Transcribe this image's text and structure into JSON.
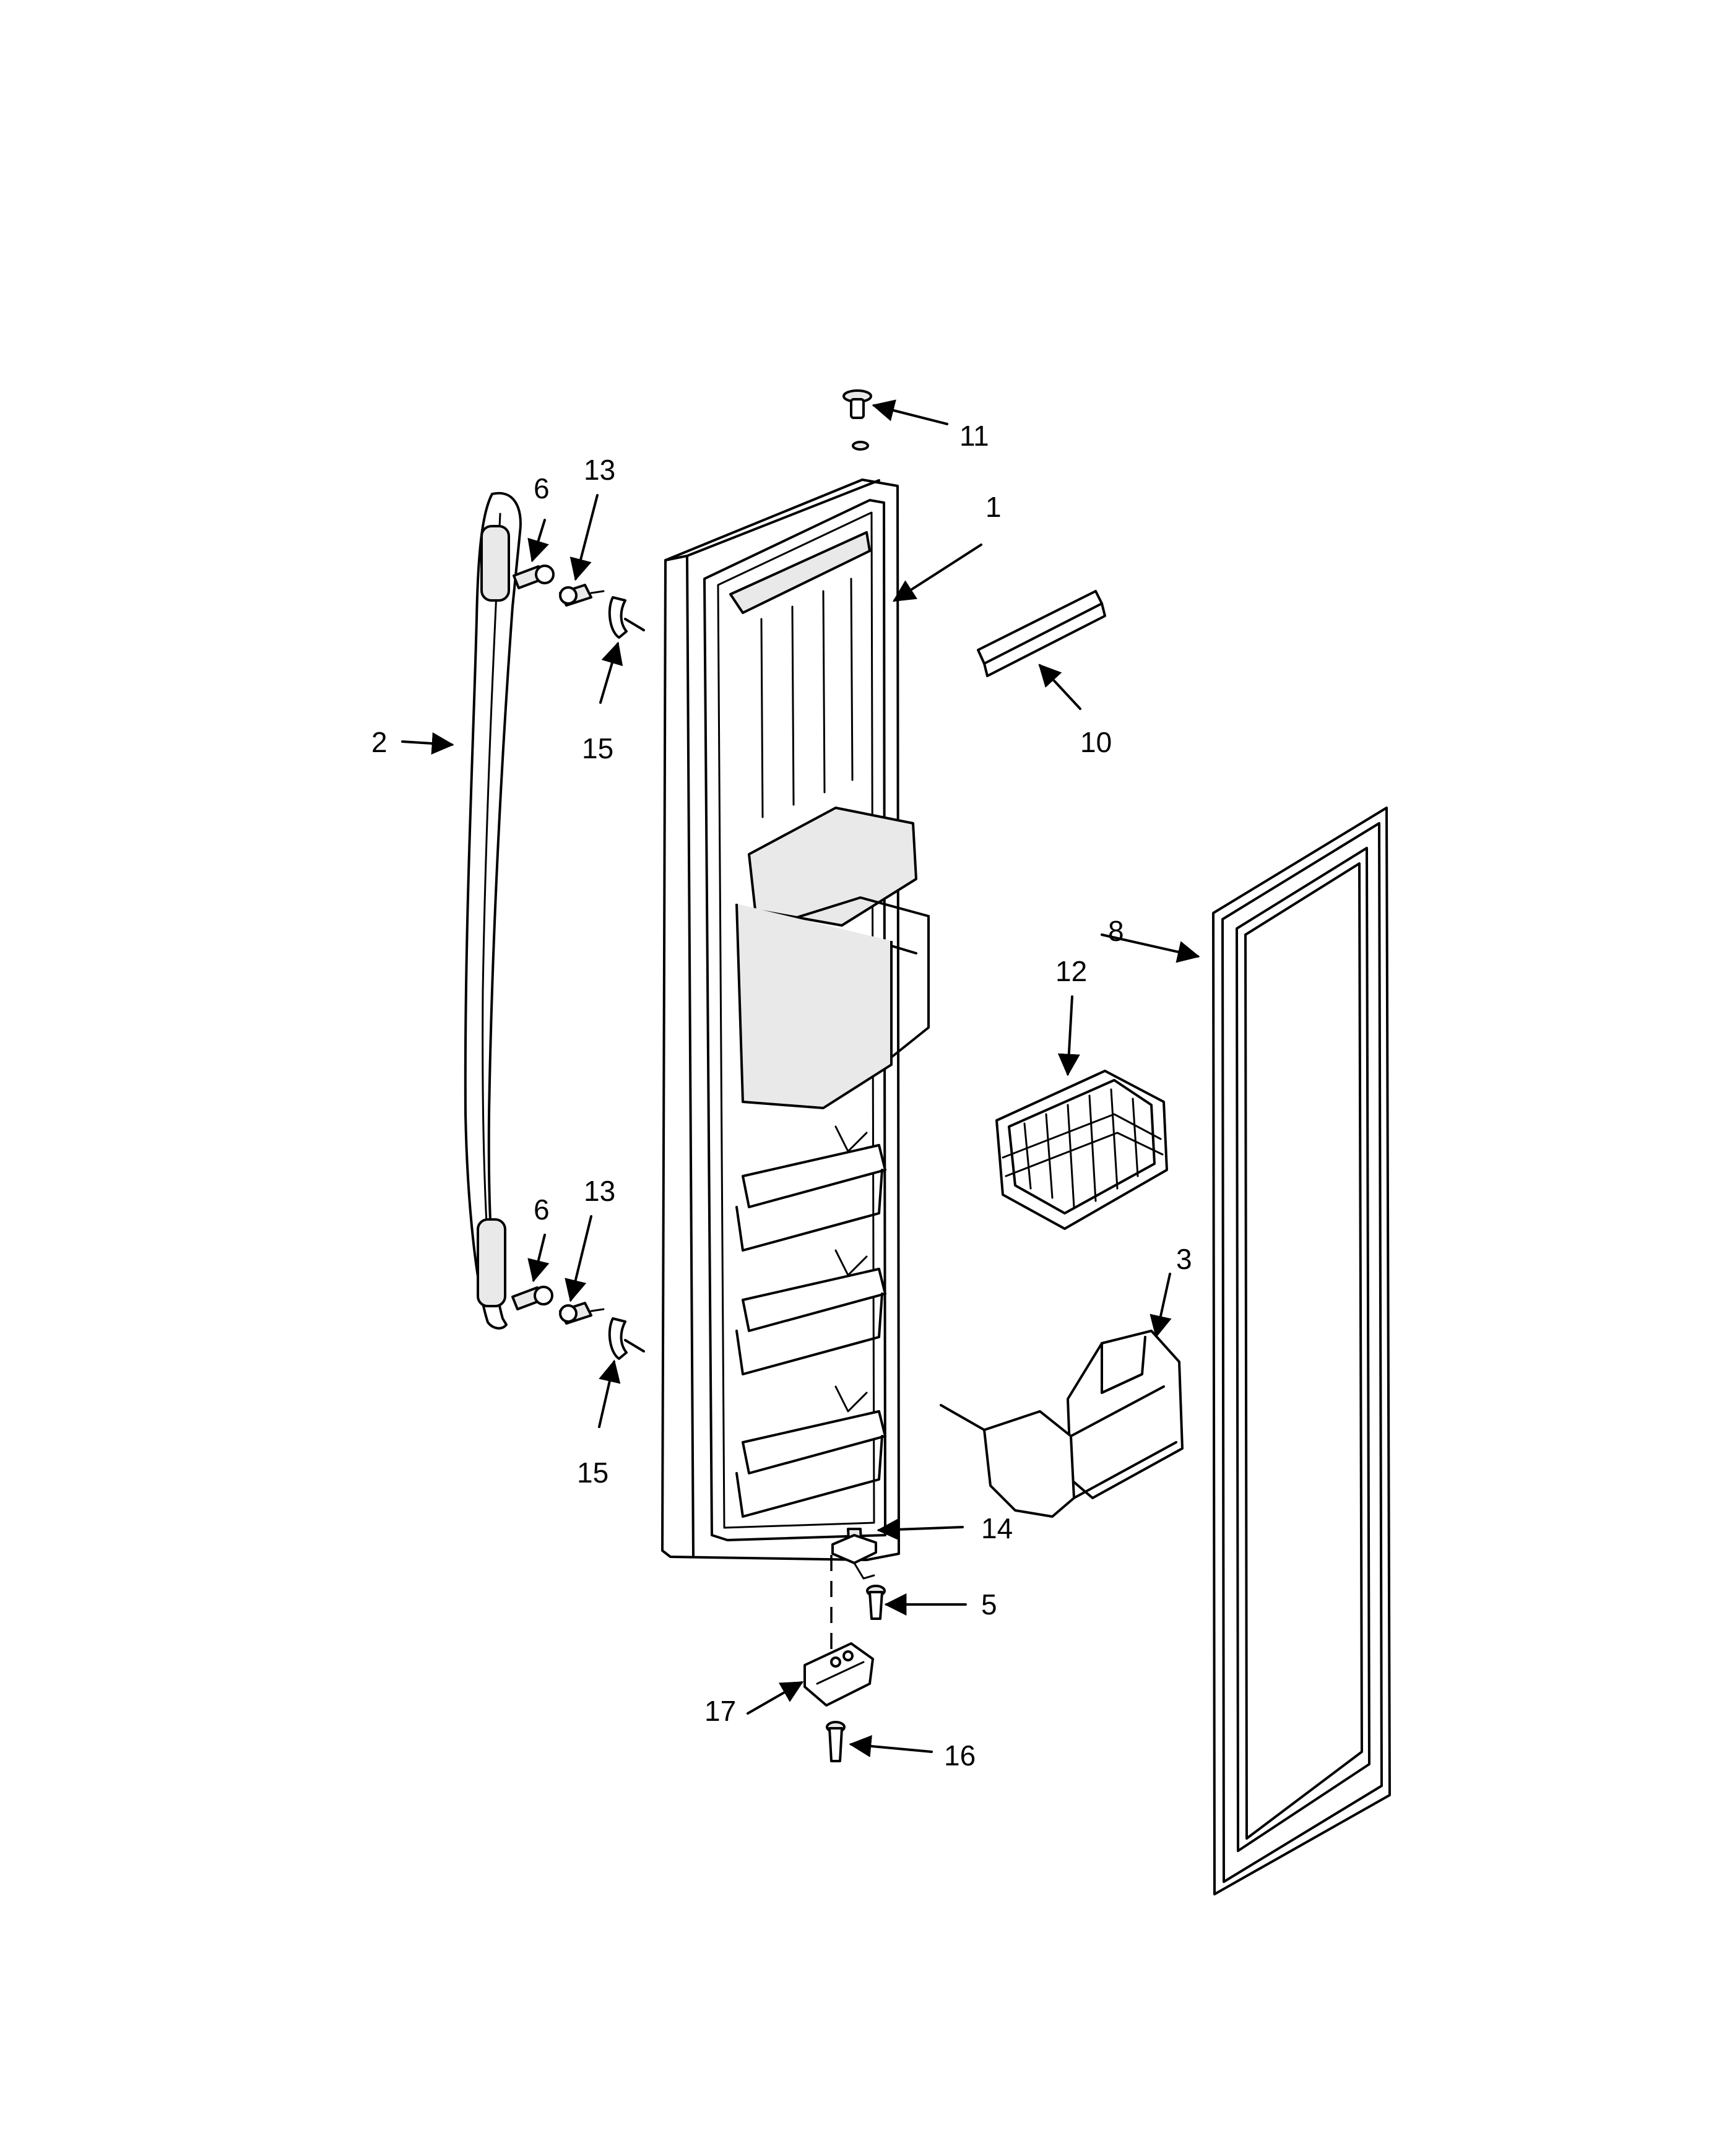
{
  "diagram": {
    "callouts": [
      {
        "id": "11",
        "label": "11"
      },
      {
        "id": "1",
        "label": "1"
      },
      {
        "id": "13-top",
        "label": "13"
      },
      {
        "id": "6-top",
        "label": "6"
      },
      {
        "id": "15-top",
        "label": "15"
      },
      {
        "id": "2",
        "label": "2"
      },
      {
        "id": "10",
        "label": "10"
      },
      {
        "id": "8",
        "label": "8"
      },
      {
        "id": "12",
        "label": "12"
      },
      {
        "id": "13-bottom",
        "label": "13"
      },
      {
        "id": "6-bottom",
        "label": "6"
      },
      {
        "id": "15-bottom",
        "label": "15"
      },
      {
        "id": "3",
        "label": "3"
      },
      {
        "id": "14",
        "label": "14"
      },
      {
        "id": "5",
        "label": "5"
      },
      {
        "id": "17",
        "label": "17"
      },
      {
        "id": "16",
        "label": "16"
      }
    ],
    "parts": [
      "door-panel",
      "door-handle",
      "top-screw",
      "trim-strip",
      "door-gasket",
      "wire-basket",
      "door-bin",
      "handle-screw-upper",
      "handle-stud-upper",
      "handle-clip-upper",
      "handle-screw-lower",
      "handle-stud-lower",
      "handle-clip-lower",
      "hinge-pin",
      "hinge-screw",
      "hinge-bracket",
      "bracket-screw"
    ]
  }
}
